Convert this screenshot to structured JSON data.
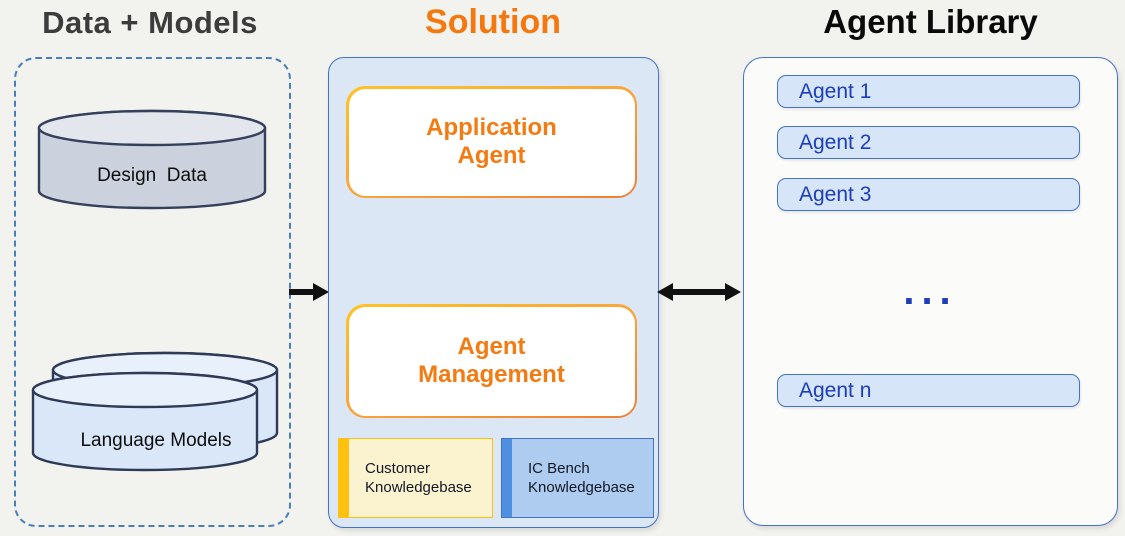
{
  "titles": {
    "data_models": "Data + Models",
    "solution": "Solution",
    "agent_library": "Agent Library"
  },
  "data_models": {
    "design_data_label": "Design  Data",
    "language_models_label": "Language Models"
  },
  "solution": {
    "application_agent_label": "Application Agent",
    "agent_management_label": "Agent Management",
    "knowledgebases": [
      {
        "label": "Customer Knowledgebase",
        "accent": "#FFC110",
        "fill": "#FBF2D0"
      },
      {
        "label": "IC Bench Knowledgebase",
        "accent": "#4E8FE0",
        "fill": "#AECBF0"
      }
    ]
  },
  "agent_library": {
    "agents": [
      "Agent 1",
      "Agent 2",
      "Agent 3"
    ],
    "ellipsis": "...",
    "agent_n": "Agent n"
  },
  "colors": {
    "background": "#F2F2EF",
    "orange_accent": "#F4780E",
    "blue_border": "#4472C4",
    "solution_fill": "#DCE7F5",
    "pill_fill": "#D6E5F8",
    "pill_text": "#1C3EBA",
    "dark_title": "#3C3C3C",
    "black_arrow": "#111111"
  }
}
